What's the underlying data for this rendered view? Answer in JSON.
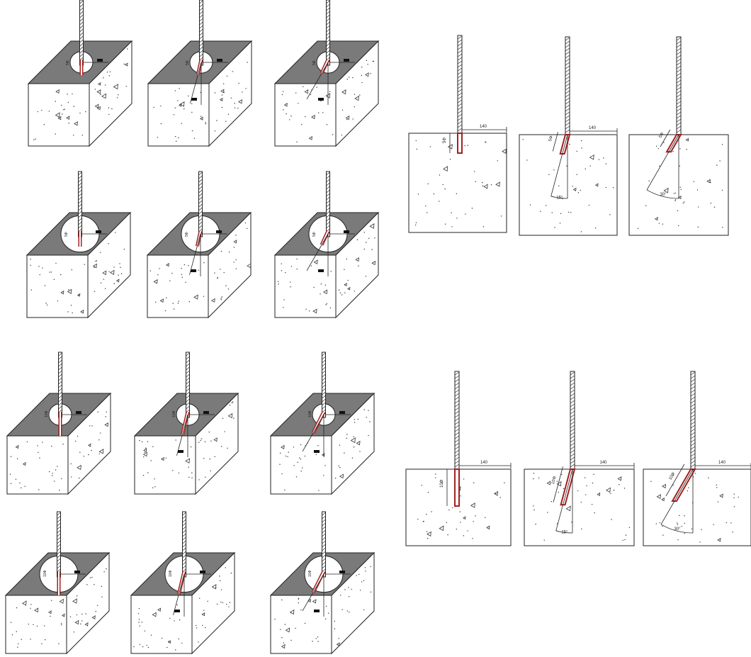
{
  "colors": {
    "concrete_face": "#ffffff",
    "top_face": "#7a7a7a",
    "outline": "#222222",
    "rebar_highlight": "#a32020",
    "aggregate": "#333333"
  },
  "iso_blocks": [
    {
      "label_a": "5Φ",
      "label_b": "",
      "angle": 0,
      "hole": "small"
    },
    {
      "label_a": "5Φ",
      "label_b": "",
      "angle": 15,
      "hole": "small"
    },
    {
      "label_a": "5Φ",
      "label_b": "",
      "angle": 30,
      "hole": "small"
    },
    {
      "label_a": "5Φ",
      "label_b": "",
      "angle": 0,
      "hole": "large"
    },
    {
      "label_a": "5Φ",
      "label_b": "",
      "angle": 15,
      "hole": "large"
    },
    {
      "label_a": "5Φ",
      "label_b": "",
      "angle": 30,
      "hole": "large"
    },
    {
      "label_a": "10Φ",
      "label_b": "",
      "angle": 0,
      "hole": "small"
    },
    {
      "label_a": "10Φ",
      "label_b": "",
      "angle": 15,
      "hole": "small"
    },
    {
      "label_a": "10Φ",
      "label_b": "",
      "angle": 30,
      "hole": "small"
    },
    {
      "label_a": "10Φ",
      "label_b": "",
      "angle": 0,
      "hole": "large"
    },
    {
      "label_a": "10Φ",
      "label_b": "",
      "angle": 15,
      "hole": "large"
    },
    {
      "label_a": "10Φ",
      "label_b": "",
      "angle": 30,
      "hole": "large"
    }
  ],
  "sections": [
    {
      "depth_label": "5Φ",
      "edge_label": "140",
      "angle": 0,
      "angle_label": ""
    },
    {
      "depth_label": "5Φ",
      "edge_label": "140",
      "angle": 15,
      "angle_label": "15°"
    },
    {
      "depth_label": "5Φ",
      "edge_label": "",
      "angle": 30,
      "angle_label": "30°"
    },
    {
      "depth_label": "10Φ",
      "edge_label": "140",
      "angle": 0,
      "angle_label": ""
    },
    {
      "depth_label": "10Φ",
      "edge_label": "140",
      "angle": 15,
      "angle_label": "15°"
    },
    {
      "depth_label": "10Φ",
      "edge_label": "140",
      "angle": 30,
      "angle_label": "30°"
    }
  ]
}
